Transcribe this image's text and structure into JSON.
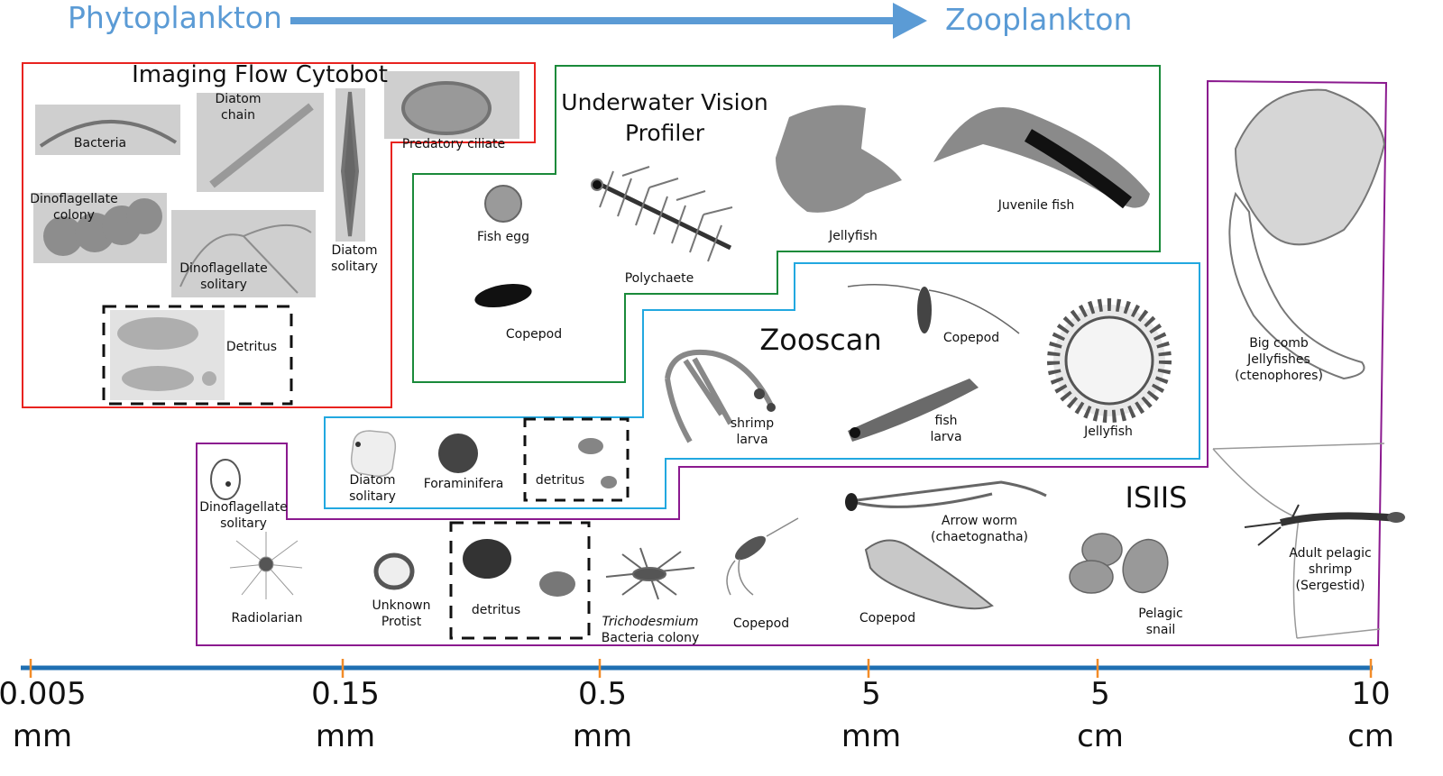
{
  "header": {
    "left_label": "Phytoplankton",
    "right_label": "Zooplankton",
    "arrow_color": "#5b9bd5",
    "arrow_icon": "right-arrow-icon"
  },
  "instruments": {
    "ifcb": {
      "title": "Imaging Flow Cytobot",
      "border_color": "#e8231f",
      "organisms": [
        {
          "label": "Bacteria"
        },
        {
          "label": [
            "Diatom",
            "chain"
          ]
        },
        {
          "label": [
            "Diatom",
            "solitary"
          ]
        },
        {
          "label": "Predatory ciliate"
        },
        {
          "label": [
            "Dinoflagellate",
            "colony"
          ]
        },
        {
          "label": [
            "Dinoflagellate",
            "solitary"
          ]
        },
        {
          "label": "Detritus"
        }
      ]
    },
    "uvp": {
      "title": [
        "Underwater Vision",
        "Profiler"
      ],
      "border_color": "#1a8a3a",
      "organisms": [
        {
          "label": "Fish egg"
        },
        {
          "label": "Polychaete"
        },
        {
          "label": "Copepod"
        },
        {
          "label": "Jellyfish"
        },
        {
          "label": "Juvenile fish"
        }
      ]
    },
    "zooscan": {
      "title": "Zooscan",
      "border_color": "#22a8e0",
      "organisms": [
        {
          "label": [
            "shrimp",
            "larva"
          ]
        },
        {
          "label": "Copepod"
        },
        {
          "label": [
            "fish",
            "larva"
          ]
        },
        {
          "label": "Jellyfish"
        },
        {
          "label": [
            "Diatom",
            "solitary"
          ]
        },
        {
          "label": "Foraminifera"
        },
        {
          "label": "detritus"
        }
      ]
    },
    "isiis": {
      "title": "ISIIS",
      "border_color": "#8b1a8f",
      "organisms": [
        {
          "label": [
            "Dinoflagellate",
            "solitary"
          ]
        },
        {
          "label": "Radiolarian"
        },
        {
          "label": [
            "Unknown",
            "Protist"
          ]
        },
        {
          "label": "detritus"
        },
        {
          "label_italic": "Trichodesmium",
          "label": "Bacteria colony"
        },
        {
          "label": "Copepod"
        },
        {
          "label": [
            "Arrow worm",
            "(chaetognatha)"
          ]
        },
        {
          "label": "Copepod"
        },
        {
          "label": [
            "Pelagic",
            "snail"
          ]
        },
        {
          "label": [
            "Big comb",
            "Jellyfishes",
            "(ctenophores)"
          ]
        },
        {
          "label": [
            "Adult pelagic",
            "shrimp",
            "(Sergestid)"
          ]
        }
      ]
    }
  },
  "scale": {
    "axis_color": "#1f6fb2",
    "tick_color": "#f28c28",
    "ticks": [
      {
        "value": "0.005",
        "unit": "mm"
      },
      {
        "value": "0.15",
        "unit": "mm"
      },
      {
        "value": "0.5",
        "unit": "mm"
      },
      {
        "value": "5",
        "unit": "mm"
      },
      {
        "value": "5",
        "unit": "cm"
      },
      {
        "value": "10",
        "unit": "cm"
      }
    ]
  }
}
